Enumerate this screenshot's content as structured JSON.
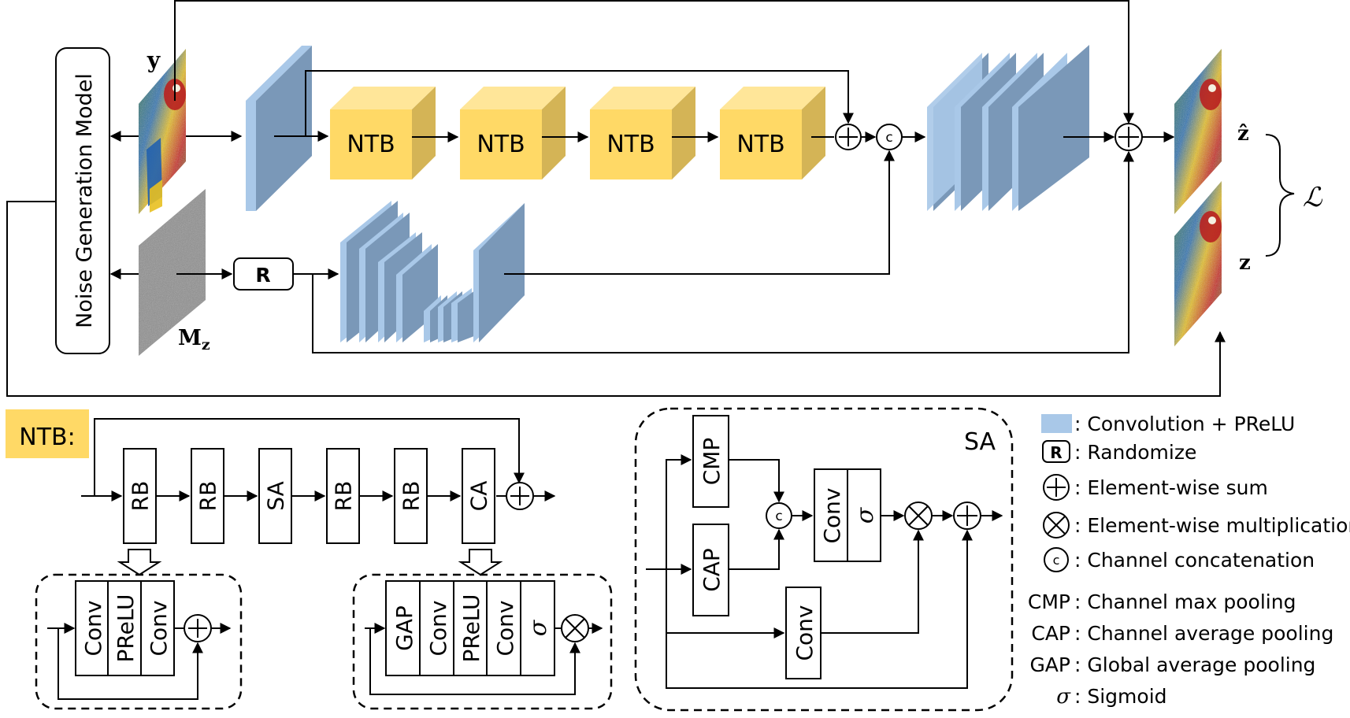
{
  "labels": {
    "noise_model": "Noise Generation Model",
    "y": "y",
    "mz": "M",
    "mz_sub": "z",
    "zhat": "ẑ",
    "z": "z",
    "loss": "ℒ",
    "randomize": "R",
    "ntb": "NTB",
    "ntb_header": "NTB:",
    "sa_title": "SA",
    "concat_symbol": "c",
    "sigma": "σ"
  },
  "ntb_chain": [
    "RB",
    "RB",
    "SA",
    "RB",
    "RB",
    "CA"
  ],
  "rb_detail": [
    "Conv",
    "PReLU",
    "Conv"
  ],
  "ca_detail": [
    "GAP",
    "Conv",
    "PReLU",
    "Conv"
  ],
  "sa_detail": {
    "cmp": "CMP",
    "cap": "CAP",
    "conv": "Conv"
  },
  "legend": [
    {
      "symbol": "",
      "text": ": Convolution + PReLU"
    },
    {
      "symbol": "R",
      "text": ": Randomize"
    },
    {
      "symbol": "",
      "text": ": Element-wise sum"
    },
    {
      "symbol": "",
      "text": ": Element-wise multiplication"
    },
    {
      "symbol": "c",
      "text": ": Channel concatenation"
    },
    {
      "symbol": "CMP",
      "text": ": Channel max pooling"
    },
    {
      "symbol": "CAP",
      "text": ": Channel average pooling"
    },
    {
      "symbol": "GAP",
      "text": ": Global average pooling"
    },
    {
      "symbol": "σ",
      "text": ": Sigmoid"
    }
  ],
  "colors": {
    "conv_front": "#7a98b8",
    "conv_side": "#a9c8e8",
    "ntb_front": "#ffd966",
    "ntb_top": "#ffe699",
    "ntb_side": "#d4b456",
    "ntb_label_bg": "#ffd966",
    "noise_gray": "#8c8c8c"
  }
}
